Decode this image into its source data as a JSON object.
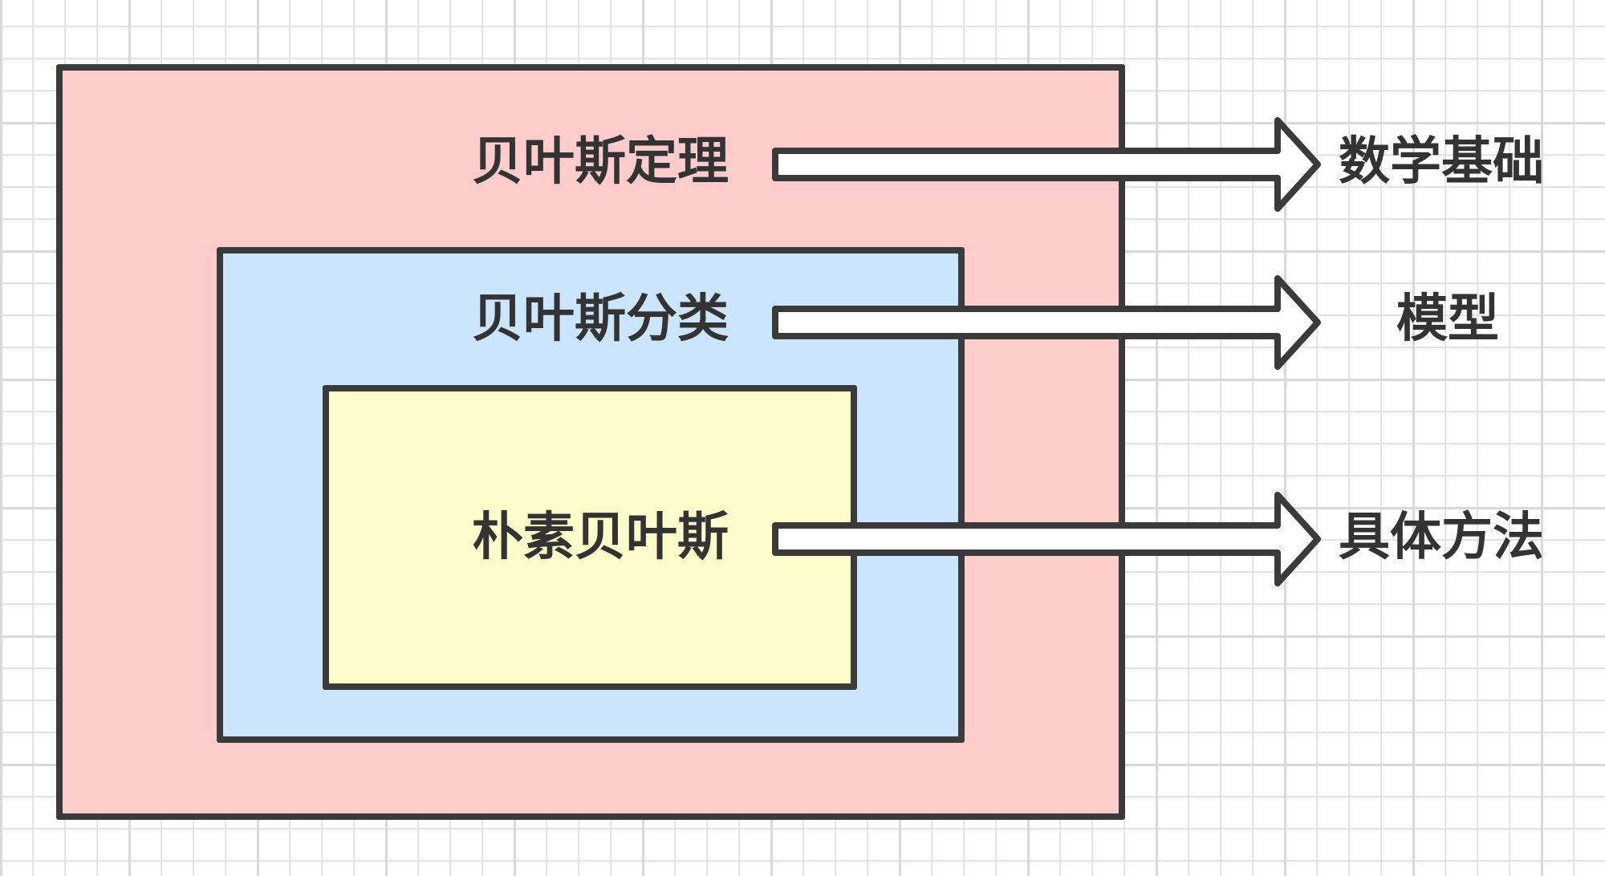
{
  "colors": {
    "outer_fill": "#ffcccc",
    "middle_fill": "#cce5ff",
    "inner_fill": "#fffccc",
    "stroke": "#3a3a3a",
    "arrow_fill": "#ffffff",
    "text": "#333333"
  },
  "boxes": {
    "outer": {
      "label": "贝叶斯定理"
    },
    "middle": {
      "label": "贝叶斯分类"
    },
    "inner": {
      "label": "朴素贝叶斯"
    }
  },
  "targets": {
    "math": "数学基础",
    "model": "模型",
    "method": "具体方法"
  }
}
